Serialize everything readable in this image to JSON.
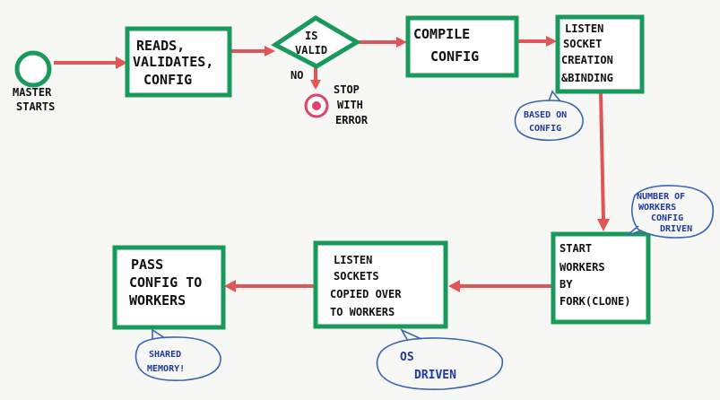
{
  "nodes": {
    "master_starts": {
      "lines": [
        "MASTER",
        "STARTS"
      ]
    },
    "reads": {
      "lines": [
        "READS,",
        "VALIDATES,",
        "CONFIG"
      ]
    },
    "is_valid": {
      "lines": [
        "IS",
        "VALID"
      ]
    },
    "no_label": "NO",
    "stop": {
      "lines": [
        "STOP",
        "WITH",
        "ERROR"
      ]
    },
    "compile": {
      "lines": [
        "COMPILE",
        "CONFIG"
      ]
    },
    "listen": {
      "lines": [
        "LISTEN",
        "SOCKET",
        "CREATION",
        "&BINDING"
      ]
    },
    "start_workers": {
      "lines": [
        "START",
        "WORKERS",
        "BY",
        "FORK(CLONE)"
      ]
    },
    "listen_copied": {
      "lines": [
        "LISTEN",
        "SOCKETS",
        "COPIED OVER",
        "TO WORKERS"
      ]
    },
    "pass_config": {
      "lines": [
        "PASS",
        "CONFIG TO",
        "WORKERS"
      ]
    }
  },
  "notes": {
    "based_on_config": {
      "lines": [
        "BASED ON",
        "CONFIG"
      ]
    },
    "num_workers": {
      "lines": [
        "NUMBER OF",
        "WORKERS",
        "CONFIG",
        "DRIVEN"
      ]
    },
    "shared_memory": {
      "lines": [
        "SHARED",
        "MEMORY!"
      ]
    },
    "os_driven": {
      "lines": [
        "OS",
        "DRIVEN"
      ]
    }
  },
  "colors": {
    "box_stroke": "#1a9a5a",
    "arrow": "#e05555",
    "stop_marker": "#e0446a",
    "note_text": "#1f3a9a",
    "bubble_stroke": "#3a66b0"
  }
}
